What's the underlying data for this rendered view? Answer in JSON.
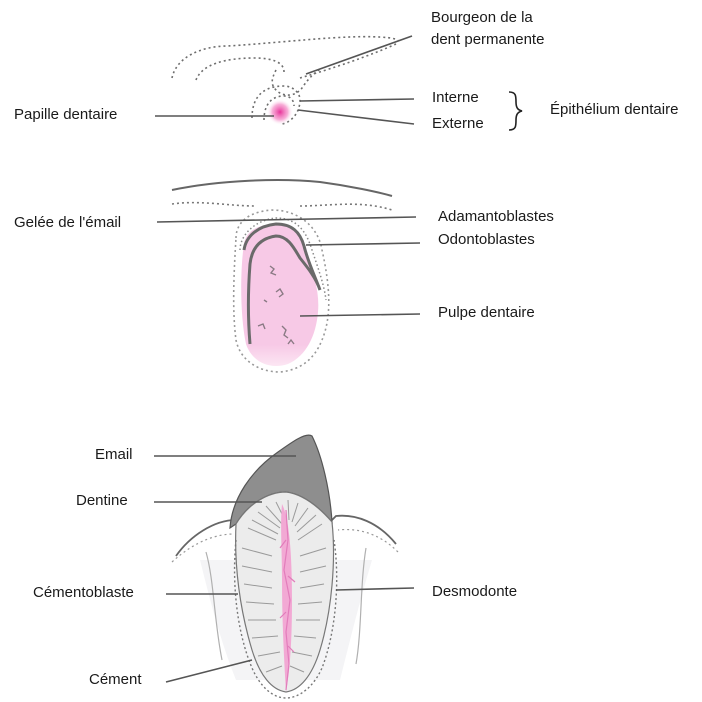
{
  "panel_top": {
    "labels": {
      "bourgeon": "Bourgeon de la dent permanente",
      "papille": "Papille dentaire",
      "interne": "Interne",
      "externe": "Externe",
      "epithelium": "Épithélium dentaire"
    }
  },
  "panel_middle": {
    "labels": {
      "gelee": "Gelée de l'émail",
      "adamantoblastes": "Adamantoblastes",
      "odontoblastes": "Odontoblastes",
      "pulpe": "Pulpe dentaire"
    }
  },
  "panel_bottom": {
    "labels": {
      "email": "Email",
      "dentine": "Dentine",
      "cementoblaste": "Cémentoblaste",
      "desmodonte": "Desmodonte",
      "cement": "Cément"
    }
  },
  "colors": {
    "line": "#555555",
    "pulp_pink": "#f6c3e2",
    "enamel_gray": "#8d8d8d",
    "papilla_pink": "#ec4fa6"
  }
}
